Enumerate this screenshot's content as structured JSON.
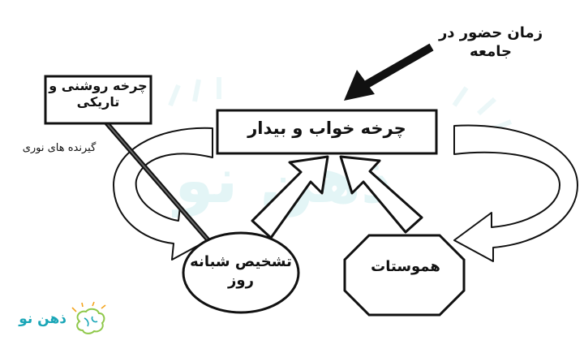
{
  "diagram": {
    "center_box": "چرخه خواب و بیدار",
    "social_time": "زمان حضور در جامعه",
    "light_dark_box": "چرخه روشنی و تاریکی",
    "photoreceptors": "گیرنده های نوری",
    "day_night_ellipse": "تشخیص شبانه روز",
    "hormones_octagon": "هموستات"
  },
  "branding": {
    "logo_text": "ذهن نو",
    "watermark_text": "ذهن نو",
    "accent_color": "#1aa6b7",
    "watermark_color": "#d8f1f3"
  }
}
